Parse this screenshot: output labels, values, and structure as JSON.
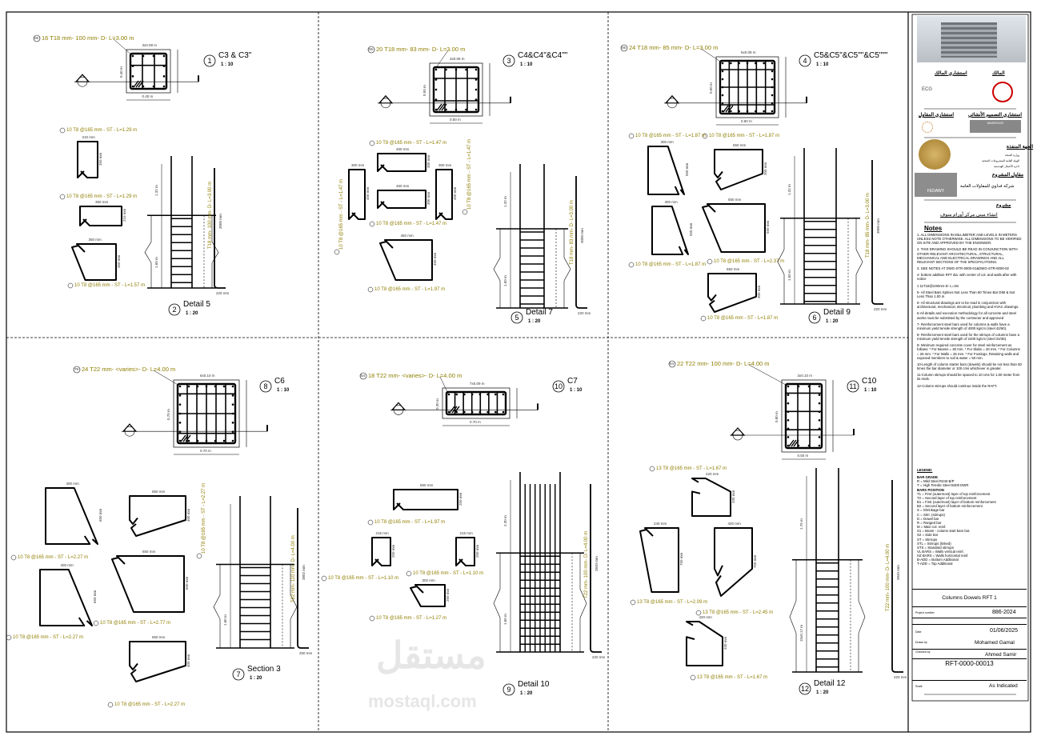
{
  "sections": [
    {
      "num": "1",
      "title": "C3 & C3\"",
      "scale": "1 : 10",
      "mark": "06",
      "main_bar": "16 T18 mm- 100 mm- D- L=3.00 m",
      "dims": [
        "0.40 m",
        "0.40 m",
        "3x0.08 m"
      ]
    },
    {
      "num": "3",
      "title": "C4&C4\"&C4\"\"",
      "scale": "1 : 10",
      "mark": "06",
      "main_bar": "20 T18 mm- 83 mm- D- L=3.00 m",
      "dims": [
        "0.50 m",
        "0.50 m",
        "3x0.08 m"
      ]
    },
    {
      "num": "4",
      "title": "C5&C5\"&C5\"\"&C5\"\"\"",
      "scale": "1 : 10",
      "mark": "06",
      "main_bar": "24 T18 mm- 85 mm- D- L=3.00 m",
      "dims": [
        "0.60 m",
        "0.60 m",
        "6x0.09 m"
      ]
    },
    {
      "num": "8",
      "title": "C6",
      "scale": "1 : 10",
      "mark": "79",
      "main_bar": "24 T22 mm- <varies>- D- L=4.00 m",
      "dims": [
        "0.70 m",
        "0.70 m",
        "6x0.10 m"
      ]
    },
    {
      "num": "10",
      "title": "C7",
      "scale": "1 : 10",
      "mark": "54",
      "main_bar": "18 T22 mm- <varies>- D- L=4.00 m",
      "dims": [
        "0.70 m",
        "0.30 m",
        "7x0.09 m"
      ]
    },
    {
      "num": "11",
      "title": "C10",
      "scale": "1 : 10",
      "mark": "54",
      "main_bar": "22 T22 mm- 100 mm- D- L=4.00 m",
      "dims": [
        "0.50 m",
        "0.80 m",
        "3x0.10 m"
      ]
    }
  ],
  "details": [
    {
      "num": "2",
      "title": "Detail 5",
      "scale": "1 : 20",
      "bar": "T18 mm- 100 mm- D- L=3.00 m",
      "length": "3000 mm",
      "hook": "220 mm",
      "upper": "1.32 m",
      "lower": "1.60 m"
    },
    {
      "num": "5",
      "title": "Detail 7",
      "scale": "1 : 20",
      "bar": "T18 mm- 83 mm- D- L=3.00 m",
      "length": "3000 mm",
      "hook": "220 mm",
      "upper": "1.32 m",
      "lower": "1.60 m"
    },
    {
      "num": "6",
      "title": "Detail 9",
      "scale": "1 : 20",
      "bar": "T18 mm- 85 mm- D- L=3.00 m",
      "length": "3000 mm",
      "hook": "220 mm",
      "upper": "1.32 m",
      "lower": "1.60 m"
    },
    {
      "num": "7",
      "title": "Section 3",
      "scale": "1 : 20",
      "bar": "T22 mm- 110 mm- D- L=4.00 m",
      "length": "3802 mm",
      "hook": "250 mm",
      "upper": "",
      "lower": "1.60 m"
    },
    {
      "num": "9",
      "title": "Detail 10",
      "scale": "1 : 20",
      "bar": "T22 mm- 100 mm- D- L=4.00 m",
      "length": "3840 mm",
      "hook": "220 mm",
      "upper": "2.30 m",
      "lower": "1.60 m"
    },
    {
      "num": "12",
      "title": "Detail 12",
      "scale": "1 : 20",
      "bar": "T22 mm- 100 mm- D- L=4.00 m",
      "length": "3840 mm",
      "hook": "220 mm",
      "upper": "1.76 m",
      "lower": "15x0.17 m"
    }
  ],
  "stirrups": [
    {
      "label": "10 T8 @165 mm - ST - L=1.29 m",
      "dims": [
        "210 mm",
        "350 mm"
      ]
    },
    {
      "label": "10 T8 @165 mm - ST - L=1.29 m",
      "dims": [
        "350 mm",
        "210 mm"
      ]
    },
    {
      "label": "10 T8 @165 mm - ST - L=1.57 m",
      "dims": [
        "350 mm",
        "350 mm"
      ]
    },
    {
      "label": "10 T8 @165 mm - ST - L=1.47 m",
      "dims": [
        "450 mm",
        "300 mm"
      ]
    },
    {
      "label": "10 T8 @165 mm - ST - L=1.47 m",
      "dims": [
        "450 mm",
        "300 mm"
      ]
    },
    {
      "label": "10 T8 @165 mm - ST - L=1.47 m",
      "dims": [
        "300 mm",
        "450 mm"
      ]
    },
    {
      "label": "10 T8 @165 mm - ST - L=1.47 m",
      "dims": [
        "300 mm",
        "450 mm"
      ]
    },
    {
      "label": "10 T8 @165 mm - ST - L=1.97 m",
      "dims": [
        "450 mm",
        "450 mm"
      ]
    },
    {
      "label": "10 T8 @165 mm - ST - L=1.87 m",
      "dims": [
        "300 mm",
        "550 mm"
      ]
    },
    {
      "label": "10 T8 @165 mm - ST - L=1.87 m",
      "dims": [
        "550 mm",
        "300 mm"
      ]
    },
    {
      "label": "10 T8 @165 mm - ST - L=1.87 m",
      "dims": [
        "300 mm",
        "550 mm"
      ]
    },
    {
      "label": "10 T8 @165 mm - ST - L=2.37 m",
      "dims": [
        "550 mm",
        "550 mm"
      ]
    },
    {
      "label": "10 T8 @165 mm - ST - L=1.87 m",
      "dims": [
        "550 mm",
        "300 mm"
      ]
    },
    {
      "label": "10 T8 @165 mm - ST - L=2.27 m",
      "dims": [
        "400 mm",
        "650 mm"
      ]
    },
    {
      "label": "10 T8 @165 mm - ST - L=2.27 m",
      "dims": [
        "650 mm",
        "400 mm"
      ]
    },
    {
      "label": "10 T8 @165 mm - ST - L=2.27 m",
      "dims": [
        "400 mm",
        "650 mm"
      ]
    },
    {
      "label": "10 T8 @165 mm - ST - L=2.77 m",
      "dims": [
        "650 mm",
        "650 mm"
      ]
    },
    {
      "label": "10 T8 @165 mm - ST - L=2.27 m",
      "dims": [
        "650 mm",
        "400 mm"
      ]
    },
    {
      "label": "10 T8 @165 mm - ST - L=1.97 m",
      "dims": [
        "650 mm",
        "250 mm"
      ]
    },
    {
      "label": "10 T8 @165 mm - ST - L=1.10 m",
      "dims": [
        "215 mm",
        "250 mm"
      ]
    },
    {
      "label": "10 T8 @165 mm - ST - L=1.10 m",
      "dims": [
        "215 mm",
        "250 mm"
      ]
    },
    {
      "label": "10 T8 @165 mm - ST - L=1.27 m",
      "dims": [
        "302 mm",
        "250 mm"
      ]
    },
    {
      "label": "13 T8 @165 mm - ST - L=1.67 m",
      "dims": [
        "420 mm",
        "330 mm"
      ]
    },
    {
      "label": "13 T8 @165 mm - ST - L=2.09 m",
      "dims": [
        "240 mm",
        "750 mm"
      ]
    },
    {
      "label": "13 T8 @165 mm - ST - L=2.45 m",
      "dims": [
        "420 mm",
        "750 mm"
      ]
    },
    {
      "label": "13 T8 @165 mm - ST - L=1.67 m",
      "dims": [
        "420 mm",
        "330 mm"
      ]
    }
  ],
  "title_block": {
    "owner_consultant": "استشاري المالك",
    "owner": "المالك",
    "contractor_consultant": "استشاري المقاول",
    "structural_consultant": "استشاري التصميم الأنشائي",
    "executing_body": "الجهة المنفذة",
    "executing_lines": [
      "وزارة الصحة",
      "الهيئة العامة للمشروعات الصحية",
      "ادارة الأعمال الهندسية"
    ],
    "contractor_label": "مقاول المشروع",
    "contractor": "شركة فداوي للمقاولات العامة",
    "project_label": "مشروع",
    "project": "انشاء مبنى مركز أورام منوف",
    "logos": {
      "consultant": "ECG",
      "structural": "MASROUR",
      "contractor": "FEDAWY"
    },
    "notes_title": "Notes",
    "notes": [
      "1. ALL DIMENSIONS IN MILLIMETER AND LEVELS IN METERS UNLESS NOTE OTHERWISE. ALL DIMENSIONS TO BE VERIFIED ON SITE AND APPROVED BY THE ENGINEER.",
      "2. THIS DRAWING SHOULD BE READ IN CONJUNCTION WITH OTHER RELEVANT ARCHITECTURAL, STRUCTURAL, MECHANICAL AND ELECTRICAL DRAWINGS AND ALL RELEVANT SECTIONS OF THE SPECIFICATIONS.",
      "3. SEE NOTES AT DWG-STR-0000-01&DWG-STR-0000-02",
      "4- bottom addition RFT dia. with center of col. and walls after with notice",
      "1  11T18@100mm-D- L=3m",
      "5- All Steel Bars Splices Not Less Than 60 Times Bar DIM & Not Less Than 1.00 m",
      "6- All structural drawings are to be read in conjunction with architectural, mechanical, electrical, plumbing and HVAC drawings.",
      "6-All details and execution methodology for all concrete and steel works must be submitted by the contractor and approved",
      "7- Reinforcement steel bars used for columns & walls have a minimum yield tensile strength of 4000 kg/cm (steel 42/60).",
      "8- Reinforcement steel bars used for the stirrups of columns have a minimum yield tensile strength of 2400 kg/cm (steel 24/36).",
      "9- Minimum required concrete cover for steel reinforcement as follows: * For Beams = 30 mm. * For Slabs = 20 mm. * For Columns = 25 mm. * For Walls = 25 mm. * For Footings, Retaining walls and exposed members to soil & water = 50 mm.",
      "10-Length of column starter bars (dowels) should be not less than 60 times the bar diameter or 100 cms whichever is greater.",
      "11-Column stirrups should be spaced to 10 cms for 1.00 meter from its ends.",
      "12-Column stirrups should continue inside the RAFT."
    ],
    "legend_title": "LEGEND:",
    "legend": [
      "BAR GRADE",
      "R = Mild Steel R240 B/P",
      "T = High Tensile Steel B400 DWR",
      "BARS POSITION",
      "T1 = First (outermost) layer of top reinforcement",
      "T2 = Second layer of top reinforcement",
      "B1 = First (outermost) layer of bottom reinforcement",
      "B2 = Second layer of bottom reinforcement",
      "S = Shrinkage bar",
      "C = Stirr. (stirrups)",
      "D = Dowel bar",
      "R = Ranged bar",
      "M = Main col. reinf.",
      "S1 = Beam - column start bars bot.",
      "S2 = Side bar",
      "ST = Stirrups",
      "STL = Stirrups (linked)",
      "STS = Standard stirrups",
      "VL BARS = Walls vertical reinf.",
      "HZ BARS = Walls horizontal reinf.",
      "B-ADD = Bottom Additional",
      "T-ADD = Top Additional"
    ],
    "sheet_title": "Columns Dowels RFT 1",
    "project_number_label": "Project number",
    "project_number": "886-2024",
    "date_label": "Date",
    "date": "01/06/2025",
    "drawn_by_label": "Drawn by",
    "drawn_by": "Mohamed Gamal",
    "checked_by_label": "Checked by",
    "checked_by": "Ahmed Samir",
    "sheet_number": "RFT-0000-00013",
    "scale_label": "Scale",
    "scale": "As Indicated"
  },
  "watermark": {
    "arabic": "مستقل",
    "latin": "mostaql.com"
  }
}
